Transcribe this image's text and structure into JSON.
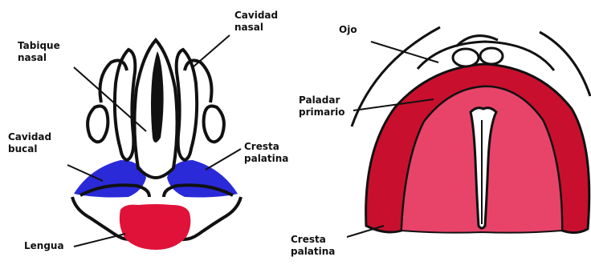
{
  "colors": {
    "outline": "#111111",
    "blue": "#2a2ad8",
    "red": "#e0123a",
    "deep_red": "#c8102e",
    "pink": "#e8446a"
  },
  "left_figure": {
    "labels": {
      "tabique_nasal": "Tabique\nnasal",
      "cavidad_nasal": "Cavidad\nnasal",
      "cavidad_bucal": "Cavidad\nbucal",
      "cresta_palatina": "Cresta\npalatina",
      "lengua": "Lengua"
    }
  },
  "right_figure": {
    "labels": {
      "ojo": "Ojo",
      "paladar_primario": "Paladar\nprimario",
      "cresta_palatina": "Cresta\npalatina"
    }
  }
}
